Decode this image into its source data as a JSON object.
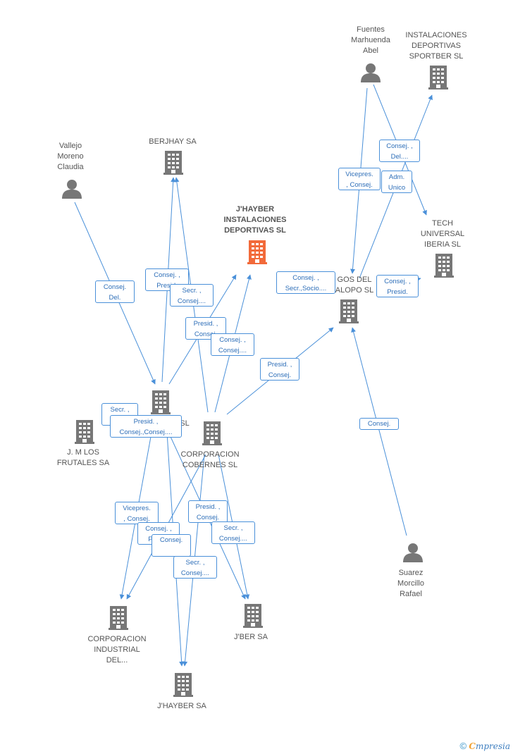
{
  "colors": {
    "edge": "#4a90d9",
    "icon": "#777777",
    "main_icon": "#f26a3a",
    "label": "#555555"
  },
  "nodes": [
    {
      "id": "jhayber_inst",
      "type": "company",
      "main": true,
      "lines": [
        "J'HAYBER",
        "INSTALACIONES",
        "DEPORTIVAS SL"
      ]
    },
    {
      "id": "berjhay",
      "type": "company",
      "lines": [
        "BERJHAY SA"
      ]
    },
    {
      "id": "vallejo",
      "type": "person",
      "lines": [
        "Vallejo",
        "Moreno",
        "Claudia"
      ]
    },
    {
      "id": "fuentes",
      "type": "person",
      "lines": [
        "Fuentes",
        "Marhuenda",
        "Abel"
      ]
    },
    {
      "id": "sportber",
      "type": "company",
      "lines": [
        "INSTALACIONES",
        "DEPORTIVAS",
        "SPORTBER  SL"
      ]
    },
    {
      "id": "tech",
      "type": "company",
      "lines": [
        "TECH",
        "UNIVERSAL",
        "IBERIA SL"
      ]
    },
    {
      "id": "juegos",
      "type": "company",
      "lines": [
        "GOS DEL",
        "ALOPO SL"
      ]
    },
    {
      "id": "suarez",
      "type": "person",
      "lines": [
        "Suarez",
        "Morcillo",
        "Rafael"
      ]
    },
    {
      "id": "unknown_sl",
      "type": "company",
      "lines": [
        "SL"
      ]
    },
    {
      "id": "jmlos",
      "type": "company",
      "lines": [
        "J. M LOS",
        "FRUTALES SA"
      ]
    },
    {
      "id": "cobernes",
      "type": "company",
      "lines": [
        "CORPORACION",
        "COBERNES SL"
      ]
    },
    {
      "id": "corp_ind",
      "type": "company",
      "lines": [
        "CORPORACION",
        "INDUSTRIAL",
        "DEL..."
      ]
    },
    {
      "id": "jber",
      "type": "company",
      "lines": [
        "J'BER SA"
      ]
    },
    {
      "id": "jhayber_sa",
      "type": "company",
      "lines": [
        "J'HAYBER SA"
      ]
    }
  ],
  "edge_labels": [
    [
      "Consej. ,",
      "Del...."
    ],
    [
      "Vicepres.",
      ", Consej."
    ],
    [
      "Adm.",
      "Unico"
    ],
    [
      "Consej. ,",
      "Secr.,Socio...."
    ],
    [
      "Consej. ,",
      "Presid."
    ],
    [
      "Consej.",
      "Del."
    ],
    [
      "Consej. ,",
      "Presid."
    ],
    [
      "Secr. ,",
      "Consej...."
    ],
    [
      "Presid. ,",
      "Consej."
    ],
    [
      "Consej. ,",
      "Consej...."
    ],
    [
      "Presid. ,",
      "Consej."
    ],
    [
      "Consej."
    ],
    [
      "Secr. ,",
      "C"
    ],
    [
      "Presid. ,",
      "Consej.,Consej...."
    ],
    [
      "Vicepres.",
      ", Consej."
    ],
    [
      "Presid. ,",
      "Consej."
    ],
    [
      "Consej. ,",
      "Presid."
    ],
    [
      "Consej."
    ],
    [
      "Secr. ,",
      "Consej...."
    ],
    [
      "Secr. ,",
      "Consej...."
    ]
  ],
  "footer": {
    "copyright": "©",
    "brand_first": "C",
    "brand_rest": "mpresia"
  }
}
